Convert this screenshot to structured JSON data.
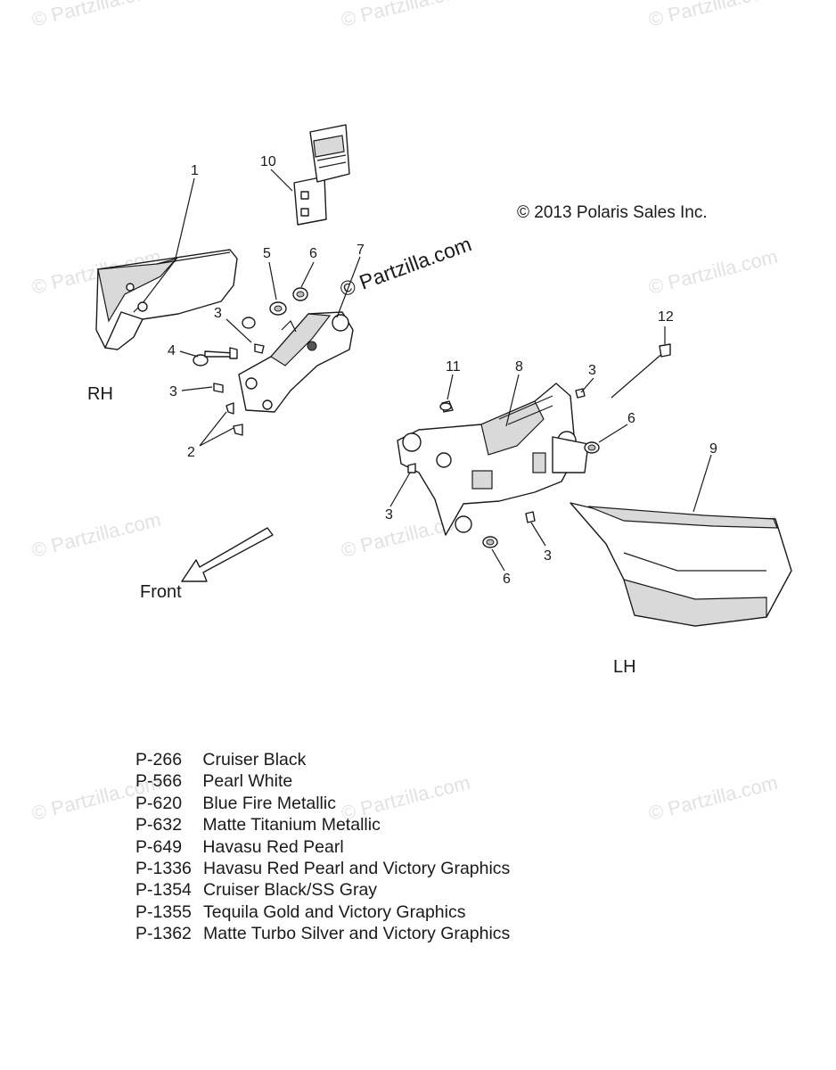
{
  "copyright": "© 2013 Polaris Sales Inc.",
  "watermark_main": "© Partzilla.com",
  "watermark_faint": "© Partzilla.com",
  "side_labels": {
    "rh": "RH",
    "lh": "LH"
  },
  "front_label": "Front",
  "callouts": {
    "c1": "1",
    "c2": "2",
    "c3a": "3",
    "c3b": "3",
    "c3c": "3",
    "c3d": "3",
    "c3e": "3",
    "c4": "4",
    "c5": "5",
    "c6a": "6",
    "c6b": "6",
    "c6c": "6",
    "c7": "7",
    "c8": "8",
    "c9": "9",
    "c10": "10",
    "c11": "11",
    "c12": "12"
  },
  "paint_codes": [
    {
      "code": "P-266",
      "name": "Cruiser Black"
    },
    {
      "code": "P-566",
      "name": "Pearl White"
    },
    {
      "code": "P-620",
      "name": "Blue Fire Metallic"
    },
    {
      "code": "P-632",
      "name": "Matte Titanium Metallic"
    },
    {
      "code": "P-649",
      "name": "Havasu Red Pearl"
    },
    {
      "code": "P-1336",
      "name": "Havasu Red Pearl and Victory Graphics"
    },
    {
      "code": "P-1354",
      "name": "Cruiser Black/SS Gray"
    },
    {
      "code": "P-1355",
      "name": "Tequila Gold and Victory Graphics"
    },
    {
      "code": "P-1362",
      "name": "Matte Turbo Silver and Victory Graphics"
    }
  ]
}
